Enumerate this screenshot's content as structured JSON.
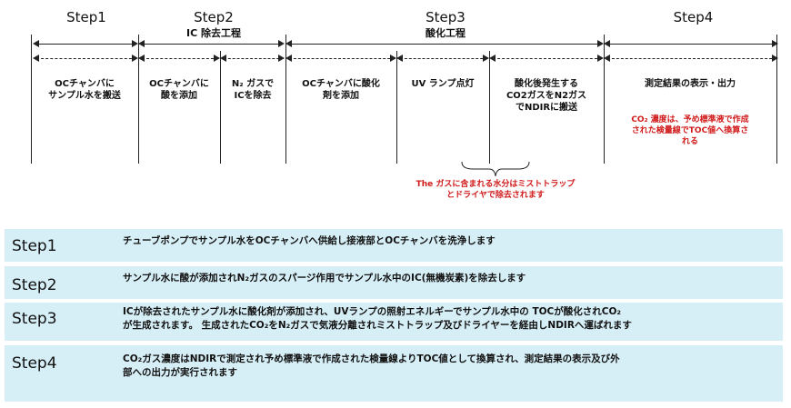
{
  "steps": [
    {
      "label": "Step1"
    },
    {
      "label": "Step2",
      "sub": "IC 除去工程"
    },
    {
      "label": "Step3",
      "sub": "酸化工程"
    },
    {
      "label": "Step4"
    }
  ],
  "cells": {
    "c1": "OCチャンバに\nサンプル水を搬送",
    "c2": "OCチャンバに\n酸を添加",
    "c3a": "N₂ ガスで",
    "c3b": "ICを除去",
    "c4": "OCチャンバに酸化\n剤を添加",
    "c5": "UV ランプ点灯",
    "c6": "酸化後発生する\nCO2ガスをN2ガス\nでNDIRに搬送",
    "c7": "測定結果の表示・出力",
    "c7_note": "CO₂ 濃度は、予め標準液で作成\nされた検量線でTOC値へ換算さ\nれる",
    "brace_note": "The ガスに含まれる水分はミストトラップ\nとドライヤで除去されます"
  },
  "rows": [
    {
      "label": "Step1",
      "text": "チューブポンプでサンプル水をOCチャンバへ供給し接液部とOCチャンバを洗浄します"
    },
    {
      "label": "Step2",
      "text": "サンプル水に酸が添加されN₂ガスのスパージ作用でサンプル水中のIC(無機炭素)を除去します"
    },
    {
      "label": "Step3",
      "text": "ICが除去されたサンプル水に酸化剤が添加され、UVランプの照射エネルギーでサンプル水中の TOCが酸化されCO₂\nが生成されます。 生成されたCO₂をN₂ガスで気液分離されミストトラップ及びドライヤーを経由しNDIRへ運ばれます"
    },
    {
      "label": "Step4",
      "text": "CO₂ガス濃度はNDIRで測定され予め標準液で作成された検量線よりTOC値として換算され、測定結果の表示及び外\n部への出力が実行されます"
    }
  ]
}
